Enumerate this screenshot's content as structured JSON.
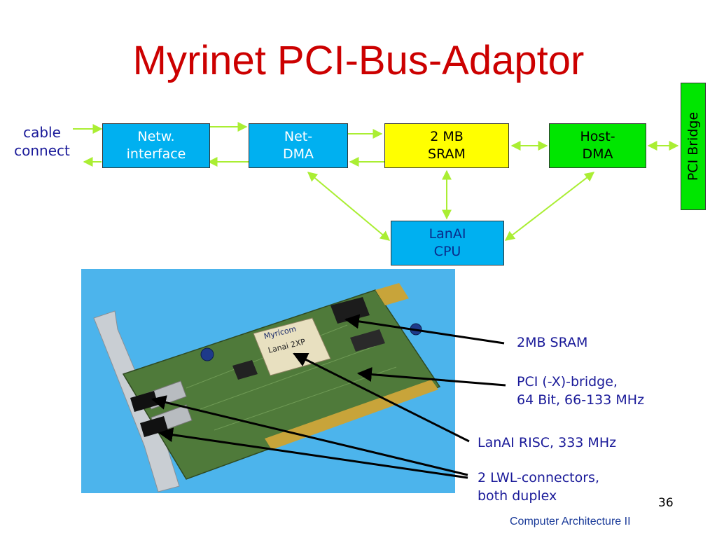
{
  "title": "Myrinet PCI-Bus-Adaptor",
  "cable_label": "cable\nconnect",
  "blocks": {
    "netw_interface": "Netw.\ninterface",
    "net_dma": "Net-\nDMA",
    "sram": "2 MB\nSRAM",
    "host_dma": "Host-\nDMA",
    "lanai_cpu": "LanAI\nCPU",
    "pci_bridge": "PCI Bridge"
  },
  "photo_chip_labels": {
    "brand": "Myricom",
    "chip": "Lanai 2XP"
  },
  "annotations": {
    "sram": "2MB SRAM",
    "pci_bridge": "PCI (-X)-bridge,\n64 Bit, 66-133 MHz",
    "lanai_risc": "LanAI RISC, 333 MHz",
    "connectors": "2 LWL-connectors,\nboth duplex"
  },
  "slide_number": "36",
  "footer": "Computer Architecture II",
  "colors": {
    "title": "#cc0000",
    "text_blue": "#1a1a99",
    "block_blue": "#00b0f0",
    "block_yellow": "#ffff00",
    "block_green": "#00e600",
    "arrow": "#aaee33",
    "photo_bg": "#4cb4ec",
    "pcb": "#4f7a3a"
  }
}
